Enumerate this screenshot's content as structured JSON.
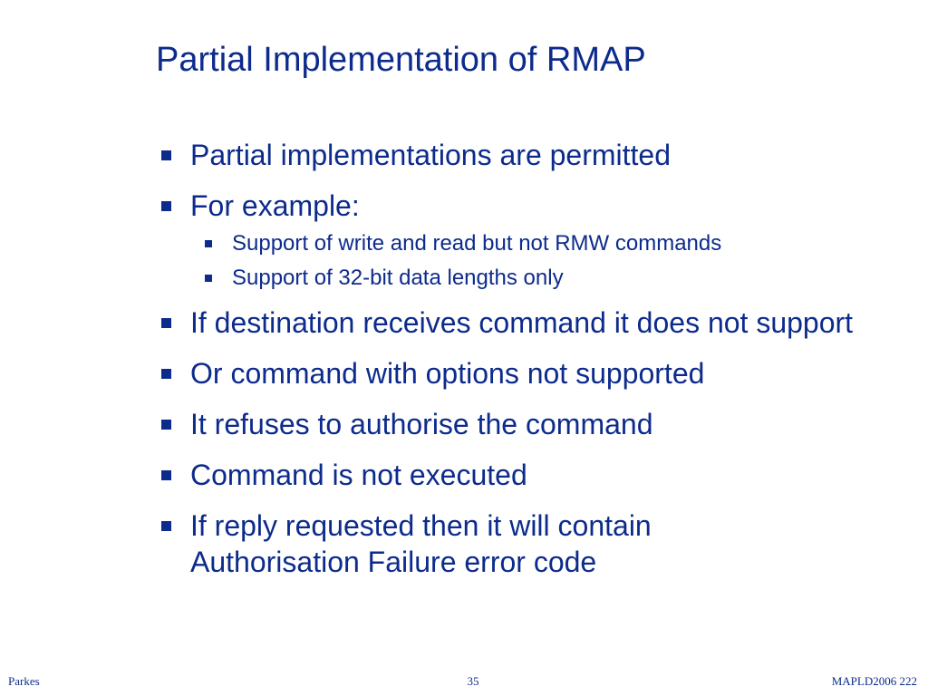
{
  "slide": {
    "title": "Partial Implementation of RMAP",
    "bullets": [
      {
        "text": "Partial implementations are permitted"
      },
      {
        "text": "For example:"
      },
      {
        "text": "Support of write and read but not RMW commands"
      },
      {
        "text": "Support of 32-bit data lengths only"
      },
      {
        "text": "If destination receives command it does not support"
      },
      {
        "text": "Or command with options not supported"
      },
      {
        "text": "It refuses to authorise the command"
      },
      {
        "text": "Command is not executed"
      },
      {
        "text": "If reply requested then it will contain Authorisation Failure error code"
      }
    ],
    "bullet_color": "#0d2b8c",
    "bullet_icon": "square-bullet-icon"
  },
  "footer": {
    "author": "Parkes",
    "page_number": "35",
    "event": "MAPLD2006 222"
  }
}
